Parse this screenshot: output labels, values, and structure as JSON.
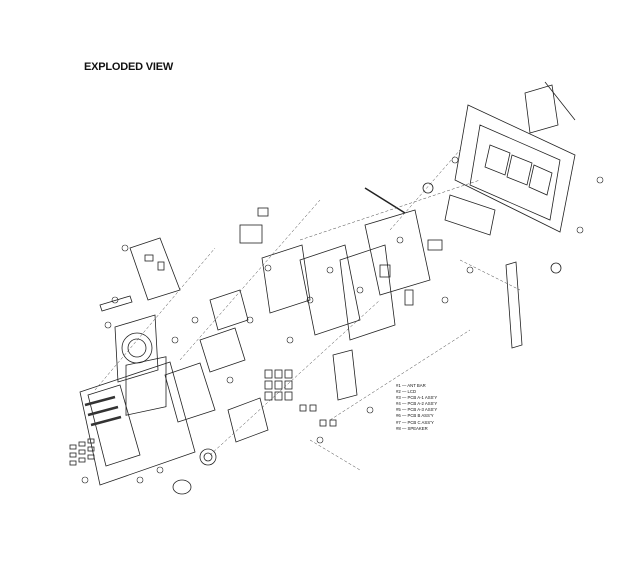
{
  "title": "EXPLODED VIEW",
  "legend": [
    "#1 — ANT BAR",
    "#2 — LCD",
    "#3 — PCB A-1 ASS'Y",
    "#4 — PCB A-2 ASS'Y",
    "#5 — PCB A-3 ASS'Y",
    "#6 — PCB B ASS'Y",
    "#7 — PCB C ASS'Y",
    "#8 — SPEAKER"
  ]
}
